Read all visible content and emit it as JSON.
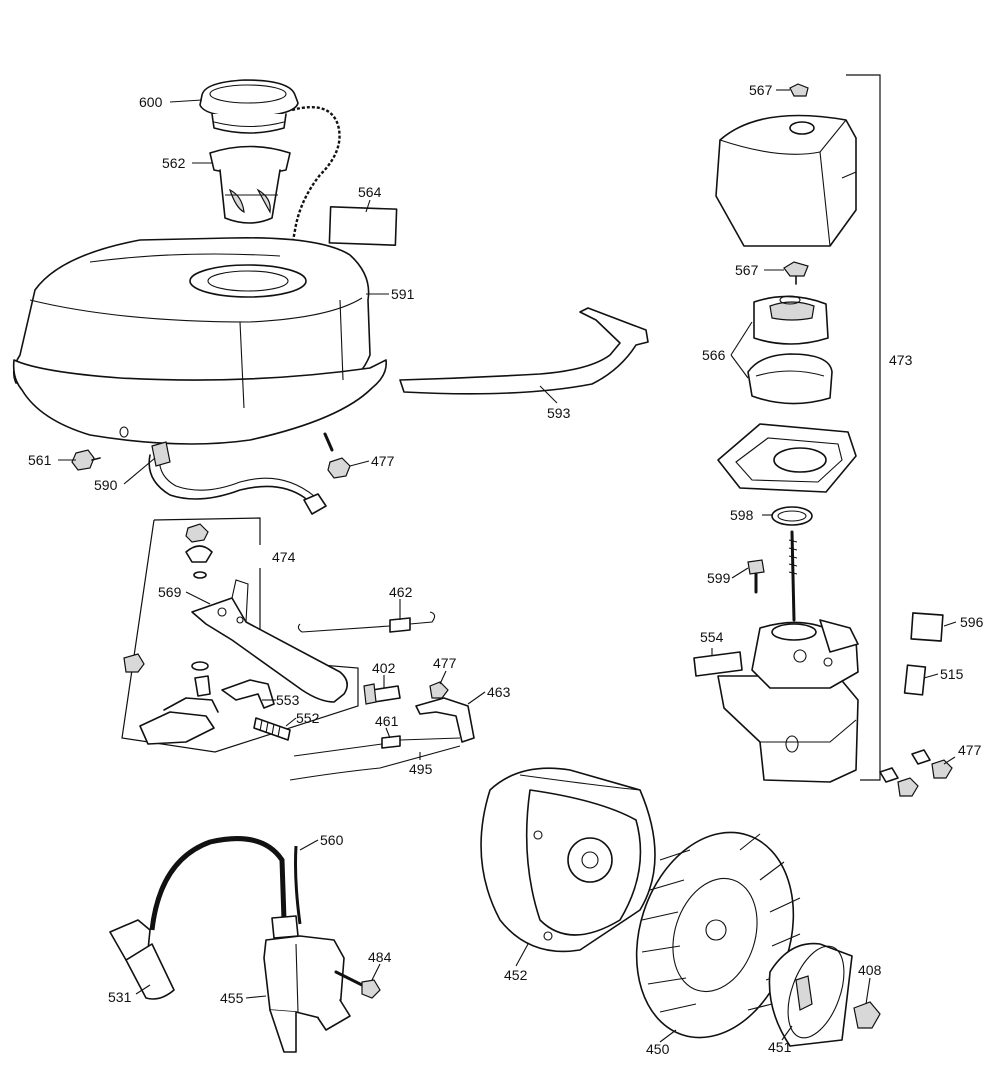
{
  "callouts": {
    "p600": "600",
    "p562": "562",
    "p564": "564",
    "p591": "591",
    "p593": "593",
    "p561": "561",
    "p590": "590",
    "p477a": "477",
    "p474": "474",
    "p569": "569",
    "p462": "462",
    "p402": "402",
    "p477b": "477",
    "p463": "463",
    "p553": "553",
    "p552": "552",
    "p461": "461",
    "p495": "495",
    "p567a": "567",
    "p567b": "567",
    "p566": "566",
    "p473": "473",
    "p598": "598",
    "p599": "599",
    "p554": "554",
    "p596": "596",
    "p515": "515",
    "p477c": "477",
    "p560": "560",
    "p484": "484",
    "p531": "531",
    "p455": "455",
    "p452": "452",
    "p450": "450",
    "p451": "451",
    "p408": "408"
  }
}
